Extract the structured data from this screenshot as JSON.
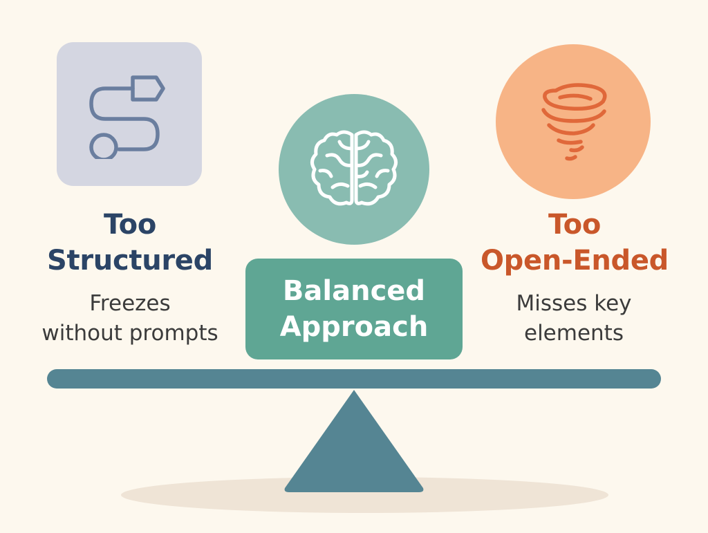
{
  "left": {
    "title_line1": "Too",
    "title_line2": "Structured",
    "desc_line1": "Freezes",
    "desc_line2": "without prompts",
    "icon": "winding-path-icon"
  },
  "center": {
    "label_line1": "Balanced",
    "label_line2": "Approach",
    "icon": "brain-icon"
  },
  "right": {
    "title_line1": "Too",
    "title_line2": "Open-Ended",
    "desc_line1": "Misses key",
    "desc_line2": "elements",
    "icon": "tornado-icon"
  },
  "colors": {
    "background": "#fdf8ee",
    "structured": "#2b4466",
    "open_ended": "#c9572a",
    "balanced": "#5fa694",
    "beam": "#558593"
  }
}
